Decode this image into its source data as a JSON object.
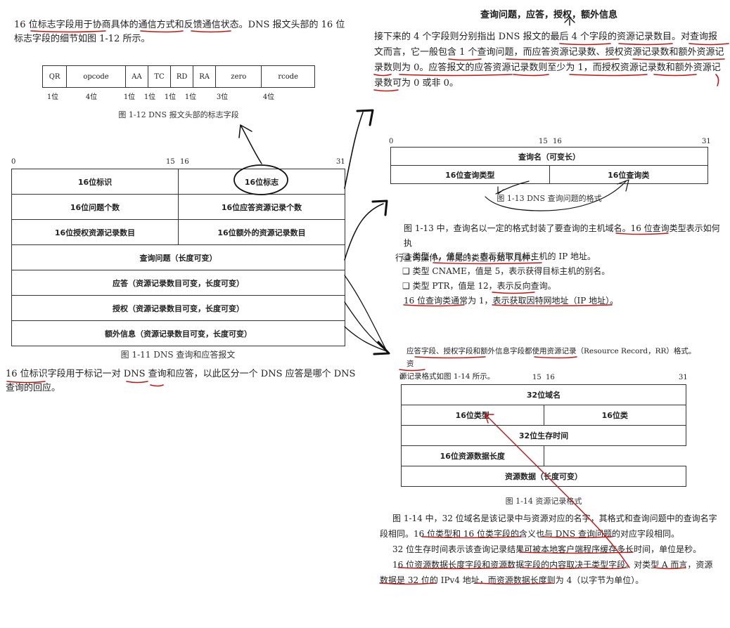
{
  "left": {
    "intro_text": "16 位标志字段用于协商具体的通信方式和反馈通信状态。DNS 报文头部的 16 位标志字段的细节如图 1-12 所示。",
    "flags_fig": {
      "fields": [
        {
          "name": "QR",
          "width": "1位"
        },
        {
          "name": "opcode",
          "width": "4位"
        },
        {
          "name": "AA",
          "width": "1位"
        },
        {
          "name": "TC",
          "width": "1位"
        },
        {
          "name": "RD",
          "width": "1位"
        },
        {
          "name": "RA",
          "width": "1位"
        },
        {
          "name": "zero",
          "width": "3位"
        },
        {
          "name": "rcode",
          "width": "4位"
        }
      ],
      "caption": "图 1-12   DNS 报文头部的标志字段"
    },
    "msg_fig": {
      "bit_labels": [
        "0",
        "15",
        "16",
        "31"
      ],
      "rows": [
        {
          "left": "16位标识",
          "right": "16位标志"
        },
        {
          "left": "16位问题个数",
          "right": "16位应答资源记录个数"
        },
        {
          "left": "16位授权资源记录数目",
          "right": "16位额外的资源记录数目"
        },
        {
          "full": "查询问题（长度可变）"
        },
        {
          "full": "应答（资源记录数目可变，长度可变）"
        },
        {
          "full": "授权（资源记录数目可变，长度可变）"
        },
        {
          "full": "额外信息（资源记录数目可变，长度可变）"
        }
      ],
      "caption": "图 1-11   DNS 查询和应答报文"
    },
    "bottom_text": "16 位标识字段用于标记一对 DNS 查询和应答，以此区分一个 DNS 应答是哪个 DNS 查询的回应。"
  },
  "right": {
    "heading": "查询问题，应答，授权，额外信息",
    "para1": "接下来的 4 个字段则分别指出 DNS 报文的最后 4 个字段的资源记录数目。对查询报文而言，它一般包含 1 个查询问题，而应答资源记录数、授权资源记录数和额外资源记录数则为 0。应答报文的应答资源记录数则至少为 1，而授权资源记录数和额外资源记录数可为 0 或非 0。",
    "query_fig": {
      "bit_labels": [
        "0",
        "15",
        "16",
        "31"
      ],
      "row1": "查询名（可变长）",
      "row2_left": "16位查询类型",
      "row2_right": "16位查询类",
      "caption": "图 1-13   DNS 查询问题的格式"
    },
    "para2_lines": [
      "图 1-13 中，查询名以一定的格式封装了要查询的主机域名。16 位查询类型表示如何执",
      "行查询操作，常见的类型有如下几种："
    ],
    "bullets": [
      "类型 A，值是 1，表示获取目标主机的 IP 地址。",
      "类型 CNAME，值是 5，表示获得目标主机的别名。",
      "类型 PTR，值是 12，表示反向查询。"
    ],
    "para2_end": "16 位查询类通常为 1，表示获取因特网地址（IP 地址）。",
    "para3_lines": [
      "应答字段、授权字段和额外信息字段都使用资源记录（Resource Record，RR）格式。资",
      "源记录格式如图 1-14 所示。"
    ],
    "rr_fig": {
      "bit_labels": [
        "0",
        "15",
        "16",
        "31"
      ],
      "rows": [
        {
          "full": "32位域名"
        },
        {
          "left": "16位类型",
          "right": "16位类"
        },
        {
          "full": "32位生存时间"
        },
        {
          "left": "16位资源数据长度",
          "right": ""
        },
        {
          "full": "资源数据（长度可变）"
        }
      ],
      "caption": "图 1-14   资源记录格式"
    },
    "para4_lines": [
      "图 1-14 中，32 位域名是该记录中与资源对应的名字，其格式和查询问题中的查询名字",
      "段相同。16 位类型和 16 位类字段的含义也与 DNS 查询问题的对应字段相同。",
      "32 位生存时间表示该查询记录结果可被本地客户端程序缓存多长时间，单位是秒。",
      "16 位资源数据长度字段和资源数据字段的内容取决于类型字段。对类型 A 而言，资源",
      "数据是 32 位的 IPv4 地址，而资源数据长度则为 4（以字节为单位）。"
    ]
  },
  "annotation_color": "#c41414",
  "ink_color": "#111111"
}
